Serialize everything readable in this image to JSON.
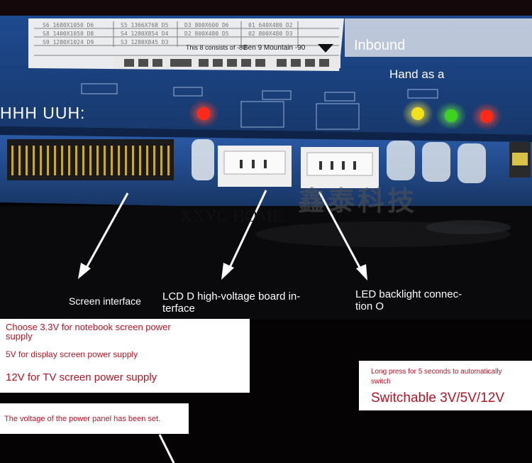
{
  "board_top_text": {
    "note_line": "This 8 consists of -80",
    "ben_line": "Ben 9 Mountain -90",
    "inbound": "Inbound",
    "hand": "Hand as a"
  },
  "overlay": {
    "hhh": "HHH UUH:",
    "watermark_en": "XXYC HOME",
    "watermark_cn": "鑫泰科技",
    "screen_interface": "Screen interface",
    "lcd_board": "LCD D high-voltage board in- terface",
    "led_backlight": "LED backlight connec- tion O"
  },
  "left_box": {
    "line1": "Choose 3.3V for notebook screen power supply",
    "line2": "5V for display screen power supply",
    "line3": "12V for TV screen power supply"
  },
  "right_box": {
    "small": "Long press for 5 seconds to automatically switch",
    "big": "Switchable 3V/5V/12V"
  },
  "bottom_box": {
    "text": "The voltage of the power panel has been set."
  },
  "colors": {
    "accent_red": "#b01728",
    "board_blue": "#1f4f9c",
    "led_red": "#ff2a1a",
    "led_yellow": "#f2e21e",
    "led_green": "#3cd21f"
  }
}
